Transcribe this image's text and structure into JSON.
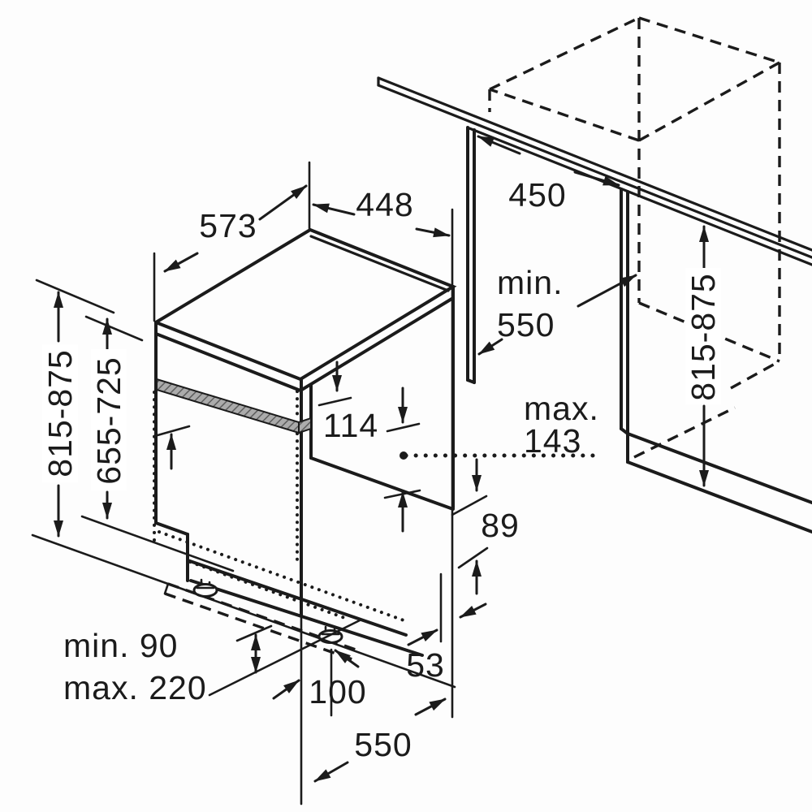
{
  "diagram": {
    "kind": "dishwasher built-in installation drawing",
    "colors": {
      "line": "#1b1b1b",
      "panel_gray": "#a8a8a8",
      "panel_hatch": "#5d5d5d"
    },
    "dims": {
      "top_depth": "573",
      "top_width": "448",
      "niche_width": "450",
      "niche_depth_min_word": "min.",
      "niche_depth_min_value": "550",
      "hinge_max_word": "max.",
      "hinge_max_value": "143",
      "fascia_height": "114",
      "bottom_gap": "89",
      "front_offset": "53",
      "foot_offset": "100",
      "base_depth": "550",
      "plinth_min": "min. 90",
      "plinth_max": "max. 220",
      "height_left": "815-875",
      "door_panel_height": "655-725",
      "height_right": "815-875"
    }
  }
}
